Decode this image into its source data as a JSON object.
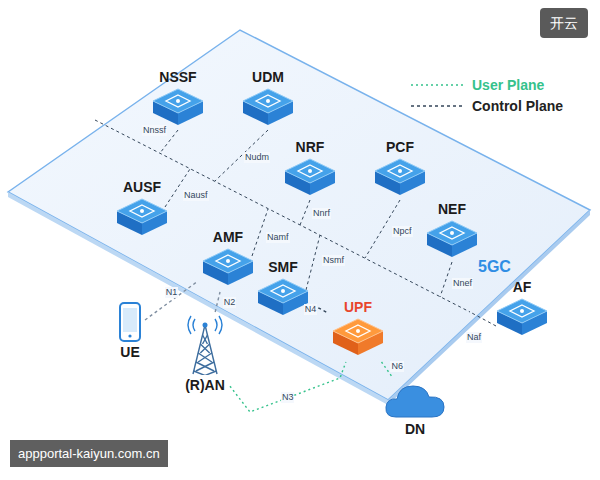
{
  "diagram": {
    "nodes": [
      {
        "text": [
          "NSSF"
        ]
      },
      {
        "text": [
          "UDM"
        ]
      },
      {
        "text": [
          "NRF"
        ]
      },
      {
        "text": [
          "PCF"
        ]
      },
      {
        "text": [
          "AUSF"
        ]
      },
      {
        "text": [
          "AMF"
        ]
      },
      {
        "text": [
          "NEF"
        ]
      },
      {
        "text": [
          "SMF"
        ]
      },
      {
        "text": [
          "UPF"
        ]
      },
      {
        "text": [
          "AF"
        ]
      },
      {
        "text": [
          "UE"
        ]
      },
      {
        "text": [
          "(R)AN"
        ]
      },
      {
        "text": [
          "DN"
        ]
      }
    ],
    "edges": [
      {
        "from": 10,
        "to": 5,
        "label": "N1",
        "arrow": "none"
      },
      {
        "from": 11,
        "to": 5,
        "label": "N2",
        "arrow": "none"
      },
      {
        "from": 11,
        "to": 8,
        "label": "N3",
        "arrow": "none"
      },
      {
        "from": 7,
        "to": 8,
        "label": "N4",
        "arrow": "none"
      },
      {
        "from": 8,
        "to": 12,
        "label": "N6",
        "arrow": "none"
      }
    ],
    "labels": [
      "开云",
      "5GC",
      "Nnssf",
      "Nudm",
      "Nausf",
      "Nnrf",
      "Namf",
      "Npcf",
      "Nsmf",
      "Nnef",
      "Naf",
      "appportal-kaiyun.com.cn"
    ],
    "legend": [
      {
        "text": "User Plane"
      },
      {
        "text": "Control Plane"
      }
    ]
  }
}
